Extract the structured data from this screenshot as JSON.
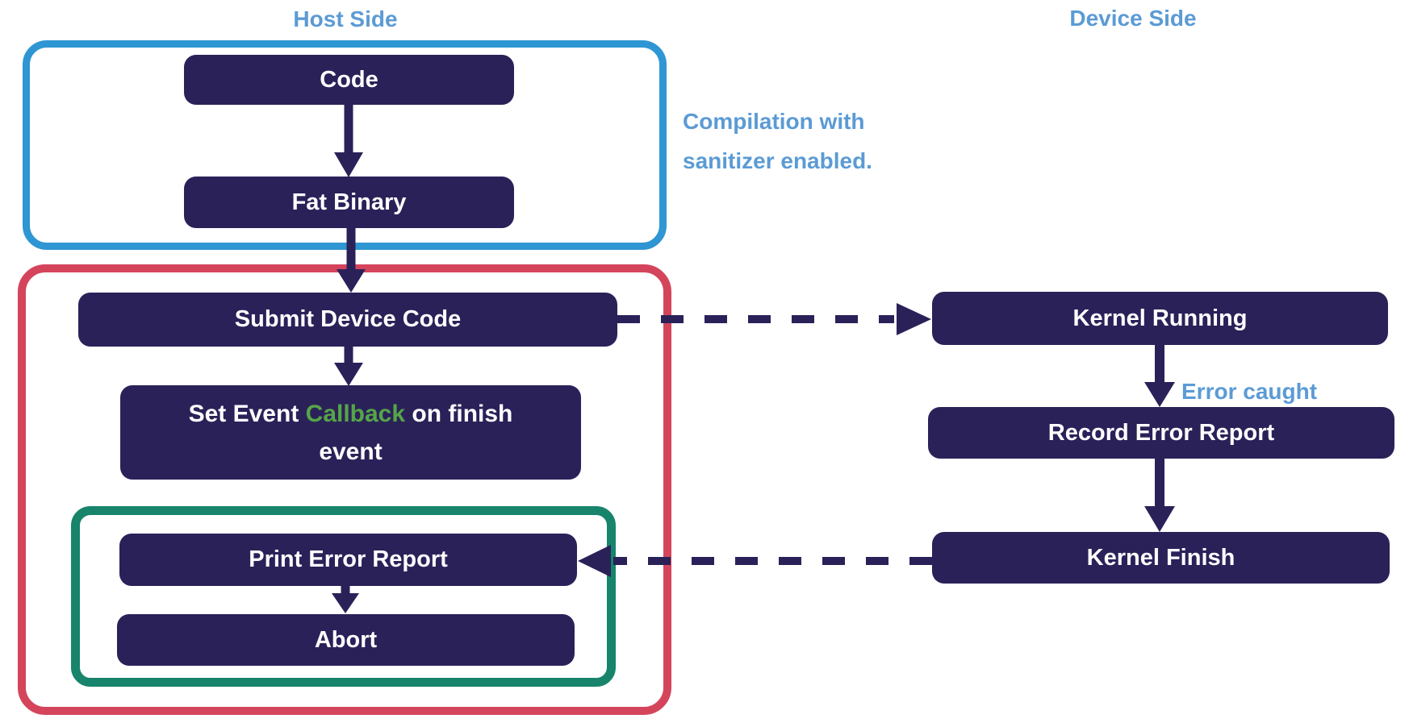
{
  "titles": {
    "host": "Host Side",
    "device": "Device Side"
  },
  "host_flow": {
    "code": "Code",
    "fat_binary": "Fat Binary",
    "submit_device_code": "Submit Device Code",
    "set_event": {
      "line1_prefix": "Set Event",
      "line1_highlight": "Callback",
      "line1_suffix": "on finish",
      "line2": "event"
    },
    "print_error_report": "Print Error Report",
    "abort": "Abort"
  },
  "device_flow": {
    "kernel_running": "Kernel Running",
    "record_error_report": "Record Error Report",
    "kernel_finish": "Kernel Finish"
  },
  "annotations": {
    "compilation": "Compilation with sanitizer enabled.",
    "error_caught": "Error caught"
  },
  "colors": {
    "node_navy": "#2b2159",
    "host_runtime_border_red": "#d4455c",
    "compile_group_border_blue": "#2e96d2",
    "error_group_border_teal": "#17846b",
    "annotation_blue": "#5b9bd5",
    "callback_green": "#55a546"
  }
}
